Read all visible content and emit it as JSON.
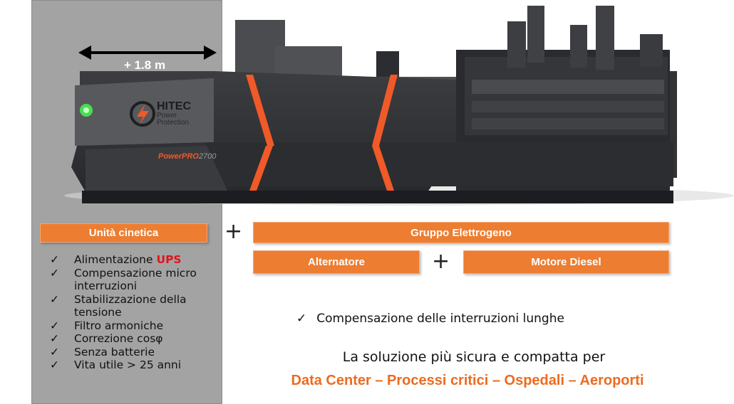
{
  "dimension_label": "+ 1.8 m",
  "machine": {
    "brand": "HITEC",
    "brand_sub1": "Power",
    "brand_sub2": "Protection",
    "model_part1": "Power",
    "model_part2": "PRO",
    "model_part3": "2700"
  },
  "boxes": {
    "kinetic": "Unità cinetica",
    "genset": "Gruppo Elettrogeno",
    "alternator": "Alternatore",
    "diesel": "Motore Diesel"
  },
  "plus_sign": "+",
  "check_mark": "✓",
  "features": {
    "f1_a": "Alimentazione",
    "f1_b": "UPS",
    "f2": "Compensazione micro interruzioni",
    "f3": "Stabilizzazione della tensione",
    "f4": "Filtro armoniche",
    "f5": "Correzione cosφ",
    "f6": "Senza batterie",
    "f7": "Vita utile > 25 anni"
  },
  "long_interruptions": "Compensazione delle interruzioni lunghe",
  "tagline": "La soluzione più sicura e compatta per",
  "applications": "Data Center – Processi critici – Ospedali – Aeroporti",
  "colors": {
    "accent": "#ed7d31",
    "panel": "#a3a3a3",
    "ups": "#e0151b",
    "stripe": "#f05a28"
  }
}
